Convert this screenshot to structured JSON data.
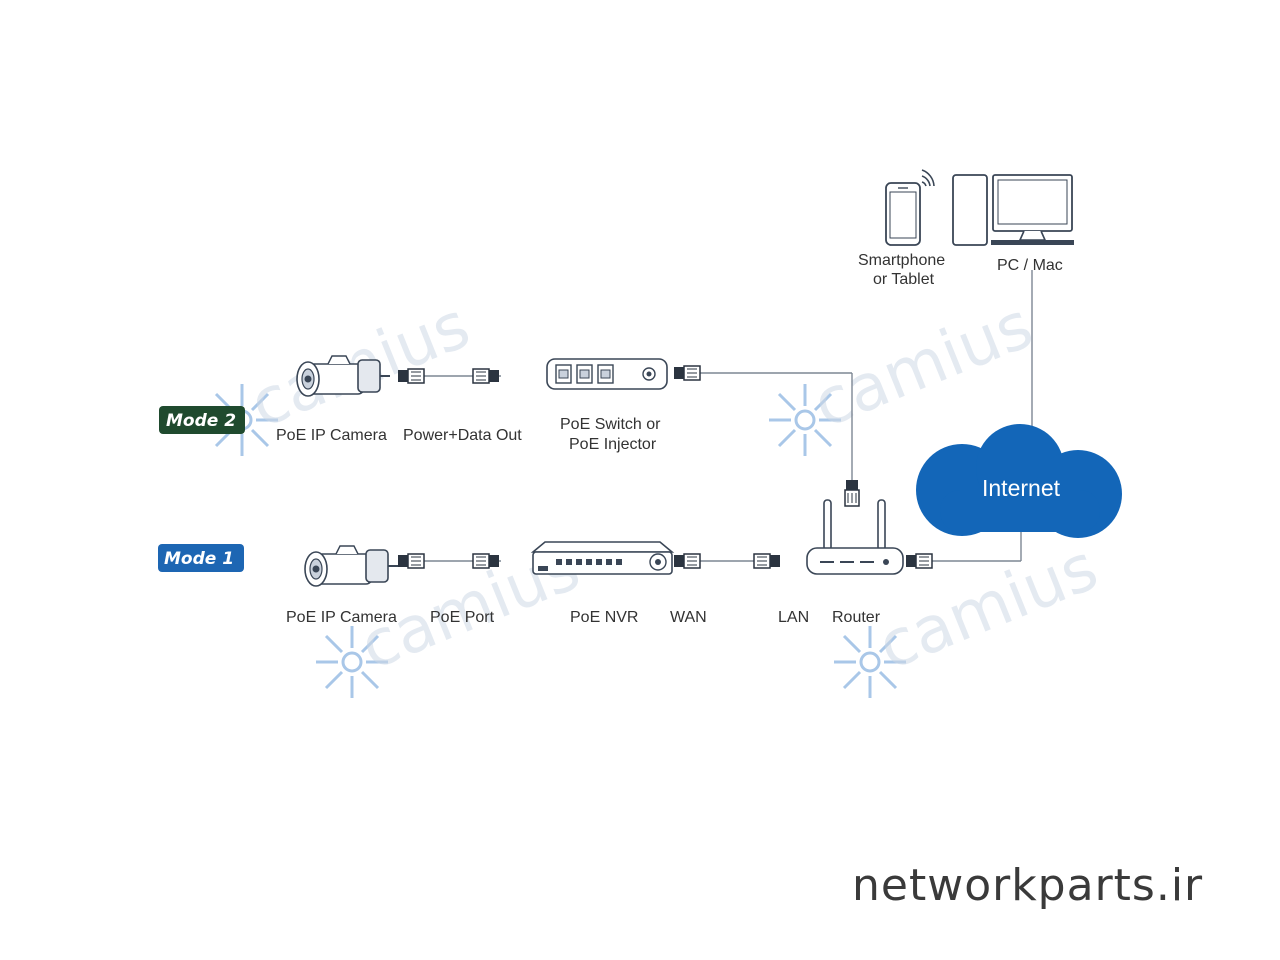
{
  "modes": {
    "mode2": {
      "badge": "Mode 2",
      "badge_color": "#1f4a2e",
      "camera_label": "PoE IP Camera",
      "cable_label": "Power+Data Out",
      "switch_label_line1": "PoE Switch or",
      "switch_label_line2": "PoE Injector"
    },
    "mode1": {
      "badge": "Mode 1",
      "badge_color": "#1d66b3",
      "camera_label": "PoE IP Camera",
      "port_label": "PoE Port",
      "nvr_label": "PoE NVR",
      "wan_label": "WAN",
      "lan_label": "LAN",
      "router_label": "Router"
    }
  },
  "clients": {
    "phone_line1": "Smartphone",
    "phone_line2": "or Tablet",
    "pc_label": "PC / Mac"
  },
  "cloud": {
    "label": "Internet",
    "color": "#1366b8"
  },
  "watermark": "camius",
  "brand": "networkparts.ir",
  "icons": [
    "bullet-camera-icon",
    "rj45-plug-icon",
    "poe-switch-icon",
    "nvr-icon",
    "router-icon",
    "smartphone-icon",
    "wifi-signal-icon",
    "pc-tower-icon",
    "monitor-icon",
    "cloud-icon"
  ]
}
